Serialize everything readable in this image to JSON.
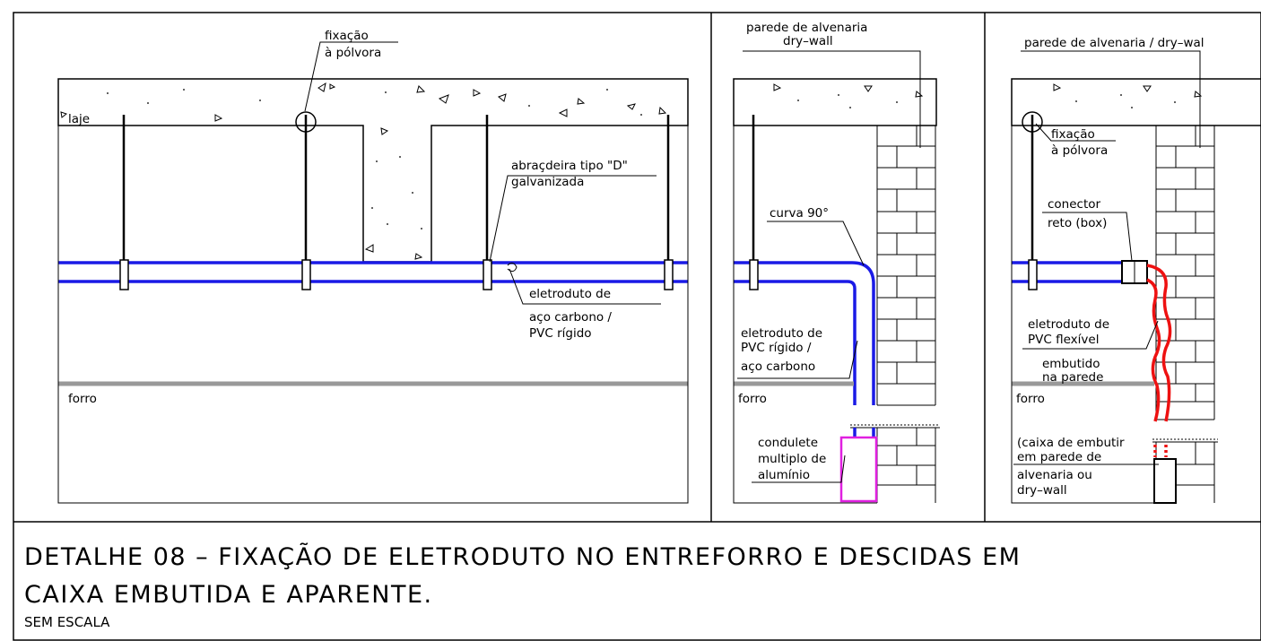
{
  "title_line1": "DETALHE 08 – FIXAÇÃO DE ELETRODUTO NO ENTREFORRO E DESCIDAS EM",
  "title_line2": "CAIXA EMBUTIDA E APARENTE.",
  "subtitle": "SEM ESCALA",
  "labels": {
    "fixacao_1": "fixação",
    "polvora_1": "à pólvora",
    "laje": "laje",
    "abracadeira_1": "abraçdeira tipo \"D\"",
    "abracadeira_2": "galvanizada",
    "eletroduto_a1": "eletroduto de",
    "eletroduto_a2": "aço carbono /",
    "eletroduto_a3": "PVC rígido",
    "forro_1": "forro",
    "parede_mid_1": "parede de alvenaria",
    "parede_mid_2": "dry–wall",
    "curva": "curva 90°",
    "eletroduto_b1": "eletroduto de",
    "eletroduto_b2": "PVC rígido /",
    "eletroduto_b3": "aço carbono",
    "forro_2": "forro",
    "condulete_1": "condulete",
    "condulete_2": "multiplo de",
    "condulete_3": "alumínio",
    "parede_right": "parede de alvenaria / dry–wal",
    "fixacao_2": "fixação",
    "polvora_2": "à pólvora",
    "conector_1": "conector",
    "conector_2": "reto (box)",
    "flex_1": "eletroduto de",
    "flex_2": "PVC flexível",
    "embutido_1": "embutido",
    "embutido_2": "na parede",
    "forro_3": "forro",
    "caixa_1": "(caixa de embutir",
    "caixa_2": "em parede de",
    "caixa_3": "alvenaria ou",
    "caixa_4": "dry–wall"
  },
  "colors": {
    "conduit": "#1a1ae6",
    "flexible_conduit": "#ee1111",
    "condulete_box": "#e020e0",
    "ceiling": "#999999",
    "line": "#000000"
  }
}
